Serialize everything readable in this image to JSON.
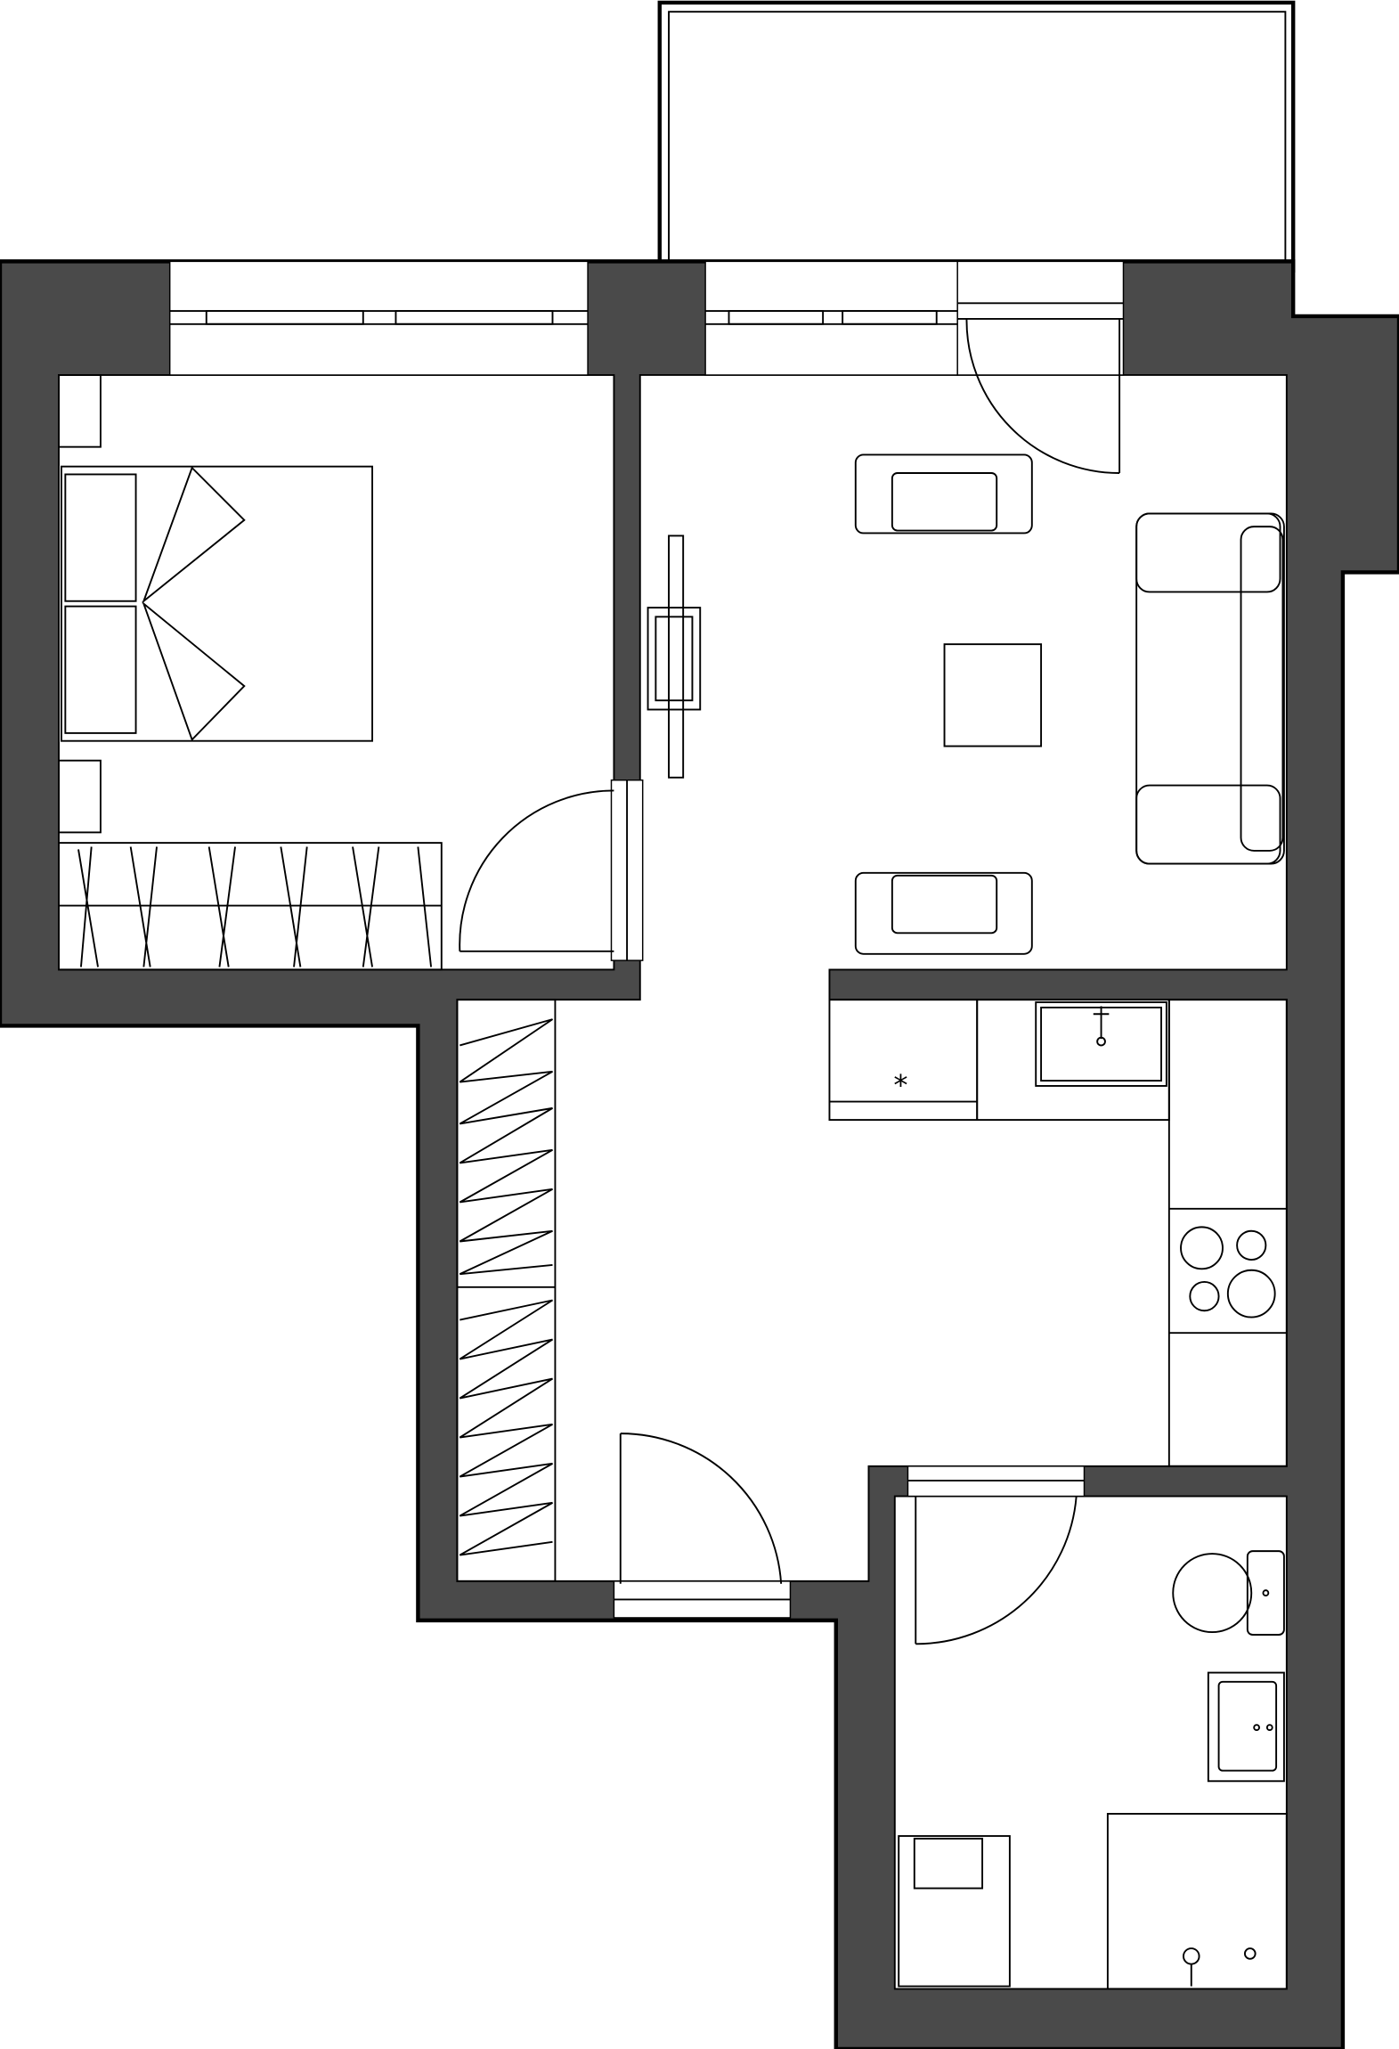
{
  "plan": {
    "colors": {
      "wall": "#4a4a4a",
      "floor": "#ffffff",
      "line": "#000000"
    },
    "rooms": [
      "bedroom",
      "living-room",
      "hallway",
      "kitchen",
      "bathroom",
      "balcony"
    ]
  }
}
